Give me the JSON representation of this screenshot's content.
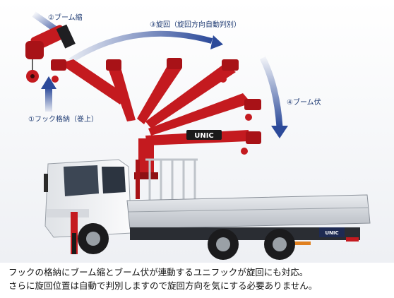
{
  "labels": {
    "step1": "①フック格納（巻上）",
    "step2": "②ブーム縮",
    "step3": "③旋回（旋回方向自動判別）",
    "step4": "④ブーム伏"
  },
  "brand": {
    "crane_logo": "UNIC",
    "truck_badge": "UNIC"
  },
  "caption": {
    "line1": "フックの格納にブーム縮とブーム伏が連動するユニフックが旋回にも対応。",
    "line2": "さらに旋回位置は自動で判別しますので旋回方向を気にする必要ありません。"
  },
  "colors": {
    "crane_red": "#c41a1f",
    "arrow_blue": "#2c4a9a",
    "background": "#f4f4f6"
  }
}
